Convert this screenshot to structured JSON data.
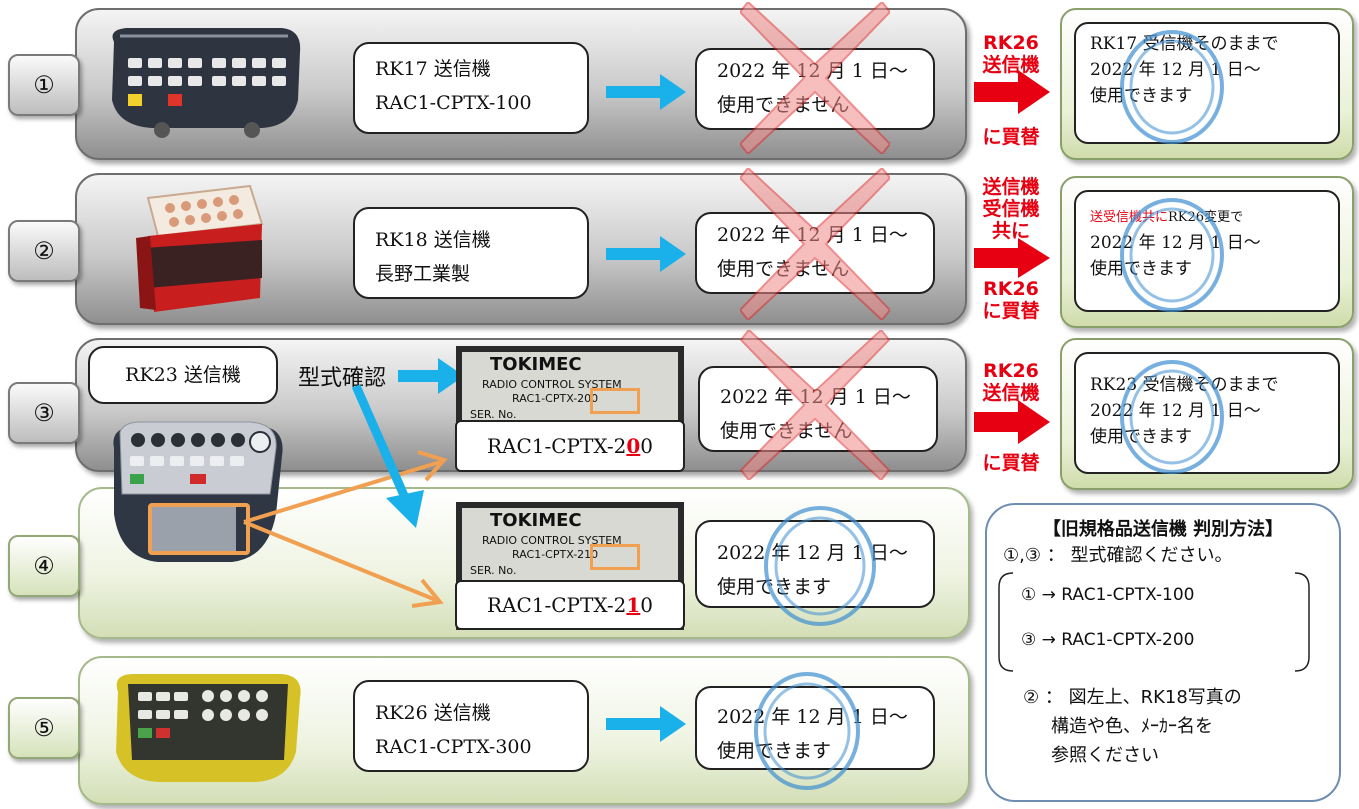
{
  "rows": [
    {
      "num": "①",
      "name": "RK17 送信機",
      "model": "RAC1-CPTX-100",
      "status_date": "2022 年 12 月 1 日～",
      "status_text": "使用できません",
      "action": [
        "RK26",
        "送信機",
        "に買替"
      ],
      "result_l1": "RK17 受信機そのままで",
      "result_l2": "2022 年 12 月 1 日～",
      "result_l3": "使用できます"
    },
    {
      "num": "②",
      "name": "RK18 送信機",
      "model": "長野工業製",
      "status_date": "2022 年 12 月 1 日～",
      "status_text": "使用できません",
      "action": [
        "送信機",
        "受信機",
        "共に",
        "RK26",
        "に買替"
      ],
      "result_l1a": "送受信機共に",
      "result_l1b": "RK26",
      "result_l1c": "変更で",
      "result_l2": "2022 年 12 月 1 日～",
      "result_l3": "使用できます"
    },
    {
      "num": "③",
      "name": "RK23 送信機",
      "check": "型式確認",
      "model_code_pre": "RAC1-CPTX-2",
      "model_code_hl": "0",
      "model_code_post": "0",
      "status_date": "2022 年 12 月 1 日～",
      "status_text": "使用できません",
      "action": [
        "RK26",
        "送信機",
        "に買替"
      ],
      "result_l1": "RK23 受信機そのままで",
      "result_l2": "2022 年 12 月 1 日～",
      "result_l3": "使用できます"
    },
    {
      "num": "④",
      "model_code_pre": "RAC1-CPTX-2",
      "model_code_hl": "1",
      "model_code_post": "0",
      "status_date": "2022 年 12 月 1 日～",
      "status_text": "使用できます"
    },
    {
      "num": "⑤",
      "name": "RK26 送信機",
      "model": "RAC1-CPTX-300",
      "status_date": "2022 年 12 月 1 日～",
      "status_text": "使用できます"
    }
  ],
  "plates": [
    {
      "brand": "TOKIMEC",
      "line1": "RADIO CONTROL SYSTEM",
      "line2": "RAC1-CPTX-200",
      "ser": "SER. No."
    },
    {
      "brand": "TOKIMEC",
      "line1": "RADIO CONTROL SYSTEM",
      "line2": "RAC1-CPTX-210",
      "ser": "SER. No."
    }
  ],
  "guide": {
    "title": "【旧規格品送信機 判別方法】",
    "step1": "①,③ ： 型式確認ください。",
    "map1": "① → RAC1-CPTX-100",
    "map3": "③ → RAC1-CPTX-200",
    "note_l1": "② ： 図左上、RK18写真の",
    "note_l2": "構造や色、ﾒｰｶｰ名を",
    "note_l3": "参照ください"
  },
  "colors": {
    "red": "#e60012",
    "arrow_blue": "#1ab0ea",
    "arrow_orange": "#f0a050",
    "stamp_blue": "#3d8ed0"
  },
  "icons": [
    "remote-rk17-photo",
    "remote-rk18-photo",
    "remote-rk23-photo",
    "remote-rk26-photo",
    "cross-mark-icon",
    "ok-circle-icon"
  ]
}
